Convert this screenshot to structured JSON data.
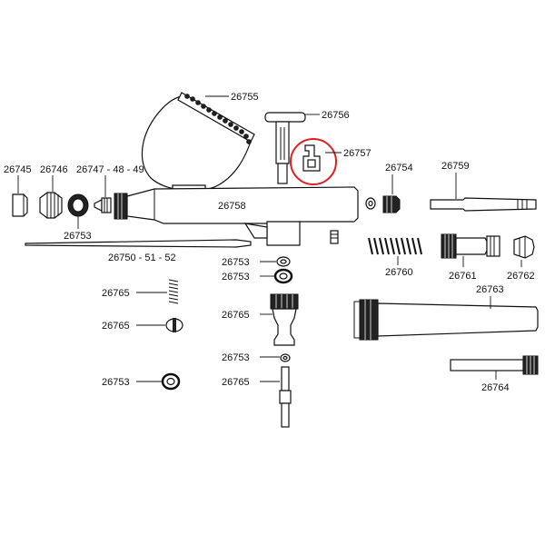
{
  "diagram": {
    "labels": {
      "cup": "26755",
      "trigger": "26756",
      "trigger_lever": "26757",
      "nut": "26754",
      "handle_rear": "26759",
      "nozzle_cap": "26745",
      "head": "26746",
      "nozzle": "26747 - 48 - 49",
      "body": "26758",
      "nozzle_oring": "26753",
      "needle": "26750 - 51 - 52",
      "valve_oring_1": "26753",
      "valve_oring_2": "26753",
      "spring_small": "26765",
      "valve_clip": "26765",
      "air_valve": "26765",
      "valve_oring_3": "26753",
      "oring_single": "26753",
      "valve_stem": "26765",
      "spring": "26760",
      "needle_guide": "26761",
      "chuck": "26762",
      "handle": "26763",
      "needle_adjuster": "26764"
    },
    "highlight_color": "#e02020"
  }
}
